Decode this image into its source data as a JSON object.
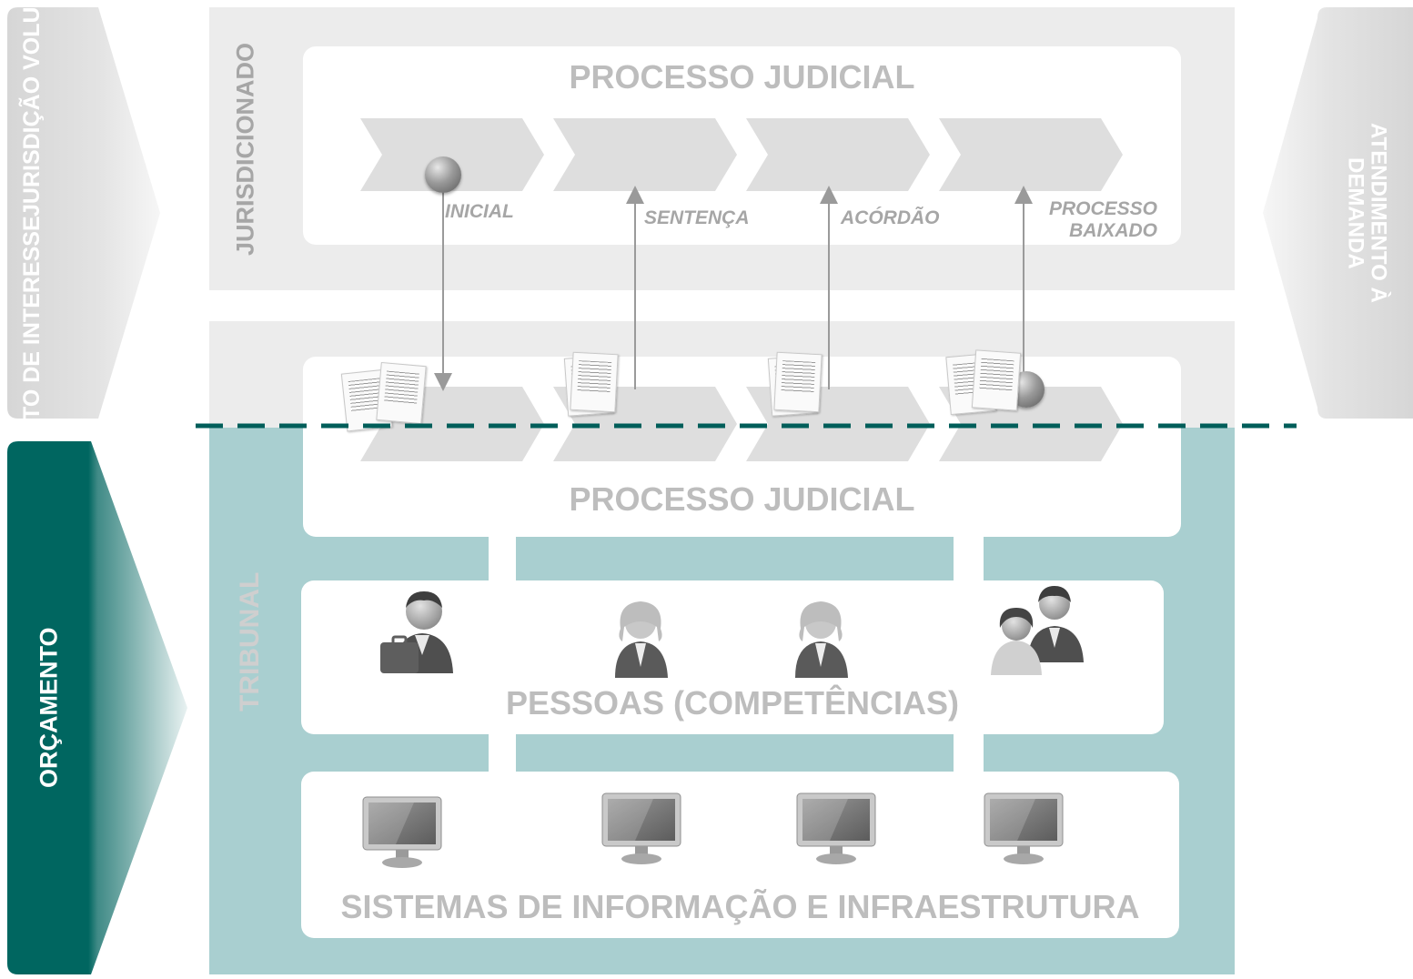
{
  "left_labels": {
    "top_line1": "CONFLITO DE INTERESSE",
    "top_line2": "JURISDIÇÃO VOLUNTÁRIA",
    "bottom": "ORÇAMENTO"
  },
  "right_label": {
    "line1": "ATENDIMENTO À",
    "line2": "DEMANDA"
  },
  "top_section": {
    "side_label": "JURISDICIONADO",
    "title": "PROCESSO JUDICIAL",
    "milestones": [
      "INICIAL",
      "SENTENÇA",
      "ACÓRDÃO",
      "PROCESSO BAIXADO"
    ],
    "milestone_last_line1": "PROCESSO",
    "milestone_last_line2": "BAIXADO"
  },
  "bottom_section": {
    "side_label": "TRIBUNAL",
    "process_title": "PROCESSO JUDICIAL",
    "people_title": "PESSOAS (COMPETÊNCIAS)",
    "systems_title": "SISTEMAS DE INFORMAÇÃO E INFRAESTRUTURA"
  },
  "colors": {
    "teal_dark": "#006660",
    "teal_light": "#a9cfd0",
    "gray_panel": "#ececec",
    "dash_line": "#005e5a"
  },
  "icons": [
    "document-stack-icon",
    "token-ball-icon",
    "person-briefcase-icon",
    "judge-icon",
    "people-group-icon",
    "monitor-icon"
  ]
}
